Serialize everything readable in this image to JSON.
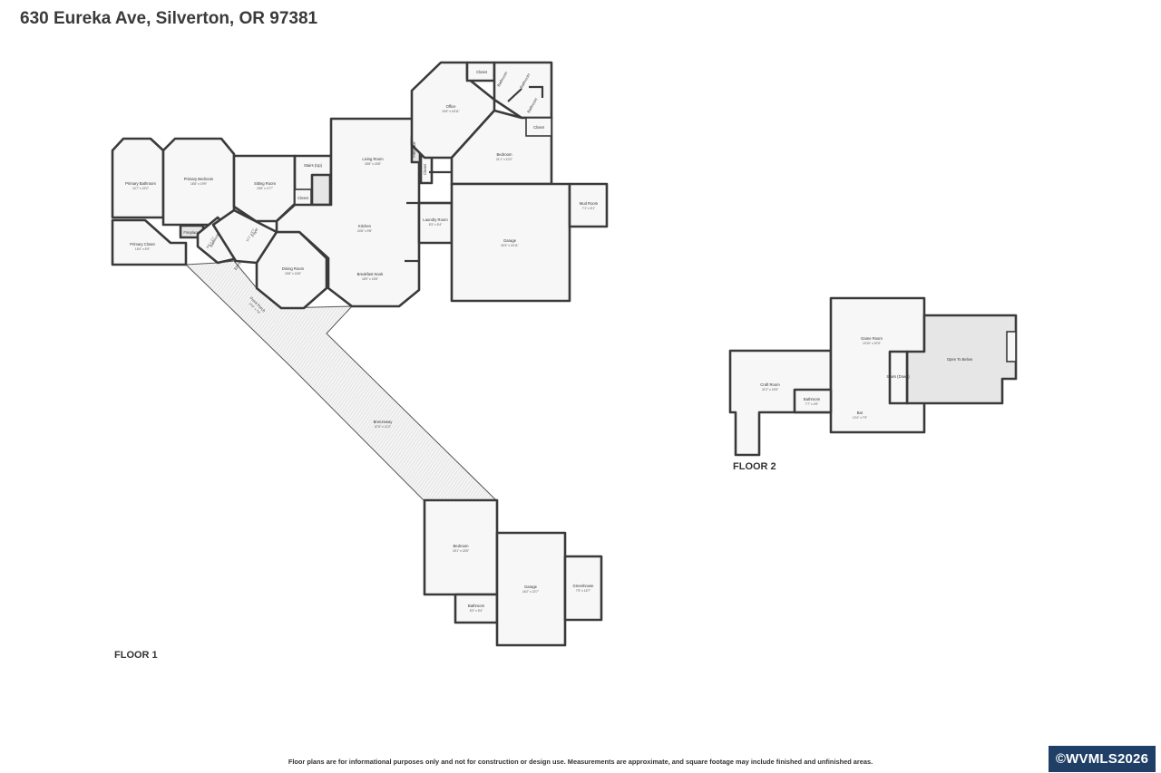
{
  "header": {
    "address": "630 Eureka Ave, Silverton, OR 97381"
  },
  "floor1": {
    "label": "FLOOR 1",
    "rooms": {
      "closet_top": {
        "name": "Closet"
      },
      "bathroom_a": {
        "name": "Bathroom",
        "dims": "6'5\" x 6'1\""
      },
      "bathroom_b": {
        "name": "Bathroom",
        "dims": "7'6\" x 7'1\""
      },
      "bathroom_c": {
        "name": "Bathroom",
        "dims": "6'5\" x 6'3\""
      },
      "closet_right": {
        "name": "Closet"
      },
      "office": {
        "name": "Office",
        "dims": "10'6\" x 18'11\""
      },
      "bedroom_main": {
        "name": "Bedroom",
        "dims": "21'1\" x 10'2\""
      },
      "fireplace_living": {
        "name": "Fireplace"
      },
      "closet_hall": {
        "name": "Closet"
      },
      "living_room": {
        "name": "Living Room",
        "dims": "18'8\" x 18'8\""
      },
      "stairs_up": {
        "name": "Stairs (Up)"
      },
      "closet_sitting": {
        "name": "Closet"
      },
      "sitting_room": {
        "name": "Sitting Room",
        "dims": "15'8\" x 17'7\""
      },
      "primary_bathroom": {
        "name": "Primary Bathroom",
        "dims": "14'7\" x 22'2\""
      },
      "primary_bedroom": {
        "name": "Primary Bedroom",
        "dims": "18'8\" x 19'9\""
      },
      "primary_closet": {
        "name": "Primary Closet",
        "dims": "18'4\" x 5'9\""
      },
      "fireplace_primary": {
        "name": "Fireplace"
      },
      "bathroom_front": {
        "name": "Bathroom",
        "dims": "8'6\" x 7'1\""
      },
      "foyer": {
        "name": "Foyer",
        "dims": "12'1\" x 8'7\""
      },
      "entry": {
        "name": "Entry"
      },
      "kitchen": {
        "name": "Kitchen",
        "dims": "24'8\" x 9'8\""
      },
      "laundry_room": {
        "name": "Laundry Room",
        "dims": "8'3\" x 5'4\""
      },
      "mud_room": {
        "name": "Mud Room",
        "dims": "7'1\" x 6'1\""
      },
      "garage_main": {
        "name": "Garage",
        "dims": "30'3\" x 24'11\""
      },
      "dining_room": {
        "name": "Dining Room",
        "dims": "15'8\" x 16'6\""
      },
      "breakfast_nook": {
        "name": "Breakfast Nook",
        "dims": "18'9\" x 15'8\""
      },
      "front_porch": {
        "name": "Front Porch",
        "dims": "27'8\" x 7'8\""
      },
      "breezeway": {
        "name": "Breezeway",
        "dims": "67'6\" x 11'3\""
      },
      "bedroom_guest": {
        "name": "Bedroom",
        "dims": "15'1\" x 18'5\""
      },
      "bathroom_guest": {
        "name": "Bathroom",
        "dims": "8'3\" x 5'4\""
      },
      "garage_detached": {
        "name": "Garage",
        "dims": "16'2\" x 22'7\""
      },
      "greenhouse": {
        "name": "Greenhouse",
        "dims": "7'9\" x 15'7\""
      }
    }
  },
  "floor2": {
    "label": "FLOOR 2",
    "rooms": {
      "game_room": {
        "name": "Game Room",
        "dims": "19'10\" x 20'9\""
      },
      "open_to_below": {
        "name": "Open To Below"
      },
      "craft_room": {
        "name": "Craft Room",
        "dims": "21'2\" x 15'5\""
      },
      "bathroom": {
        "name": "Bathroom",
        "dims": "7'7\" x 4'6\""
      },
      "stairs_down": {
        "name": "Stairs (Down)"
      },
      "bar": {
        "name": "Bar",
        "dims": "12'4\" x 7'9\""
      }
    }
  },
  "footer": {
    "disclaimer": "Floor plans are for informational purposes only and not for construction or design use. Measurements are approximate, and square footage may include finished and unfinished areas.",
    "copyright": "©WVMLS2026"
  },
  "colors": {
    "wall": "#3a3a3a",
    "floor": "#f7f7f7",
    "badge": "#1f3f66"
  }
}
